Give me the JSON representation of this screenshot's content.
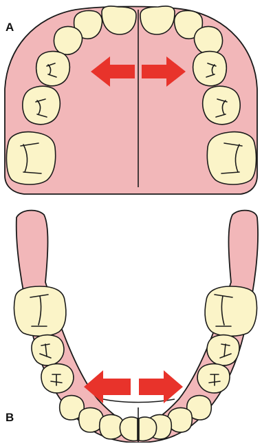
{
  "panels": [
    {
      "label": "A",
      "jaw": "upper",
      "expansion": "bidirectional-lateral"
    },
    {
      "label": "B",
      "jaw": "lower",
      "expansion": "bidirectional-lateral"
    }
  ],
  "colors": {
    "gum": "#f2b7b9",
    "tooth": "#fbf4c8",
    "outline": "#1a1a1a",
    "arrow": "#e8332b",
    "background": "#ffffff"
  },
  "icons": {
    "arrow": "expansion-arrow-icon",
    "tooth": "tooth-icon"
  }
}
